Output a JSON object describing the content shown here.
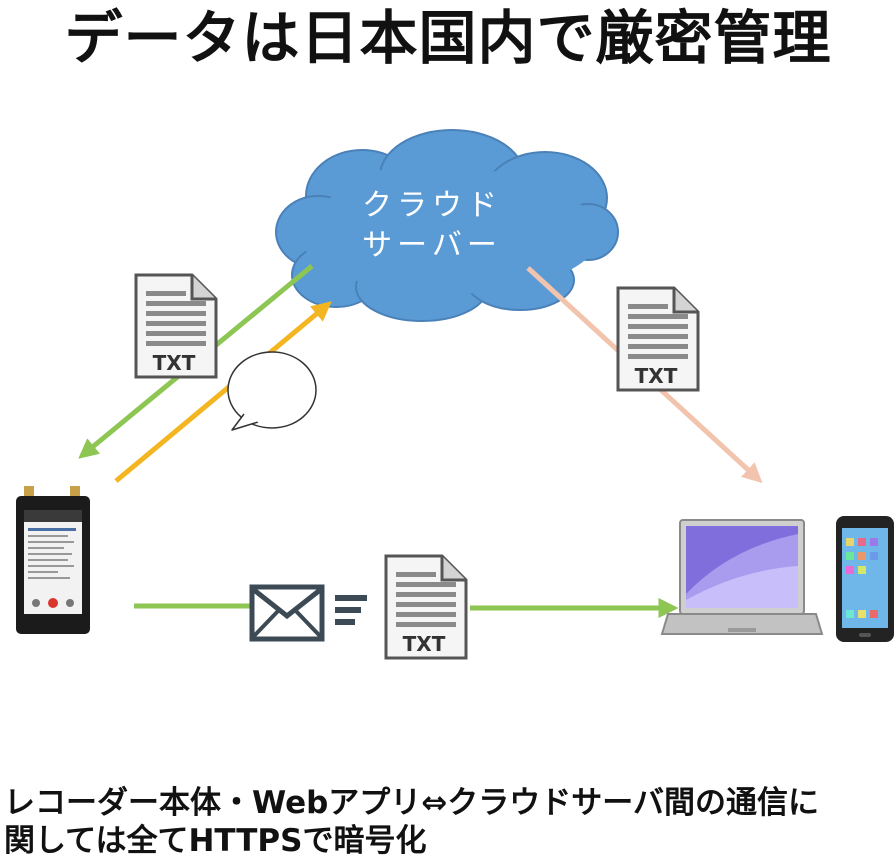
{
  "title": "データは日本国内で厳密管理",
  "cloud": {
    "line1": "クラウド",
    "line2": "サーバー"
  },
  "doc_label": "TXT",
  "caption": {
    "line1": "レコーダー本体・Webアプリ⇔クラウドサーバ間の通信に",
    "line2": "関しては全てHTTPSで暗号化"
  },
  "colors": {
    "green_arrow": "#8dc653",
    "yellow_arrow": "#f3b520",
    "pink_arrow": "#f2c4ad",
    "cloud": "#5b9bd5",
    "cloud_outline": "#4a81b8"
  }
}
